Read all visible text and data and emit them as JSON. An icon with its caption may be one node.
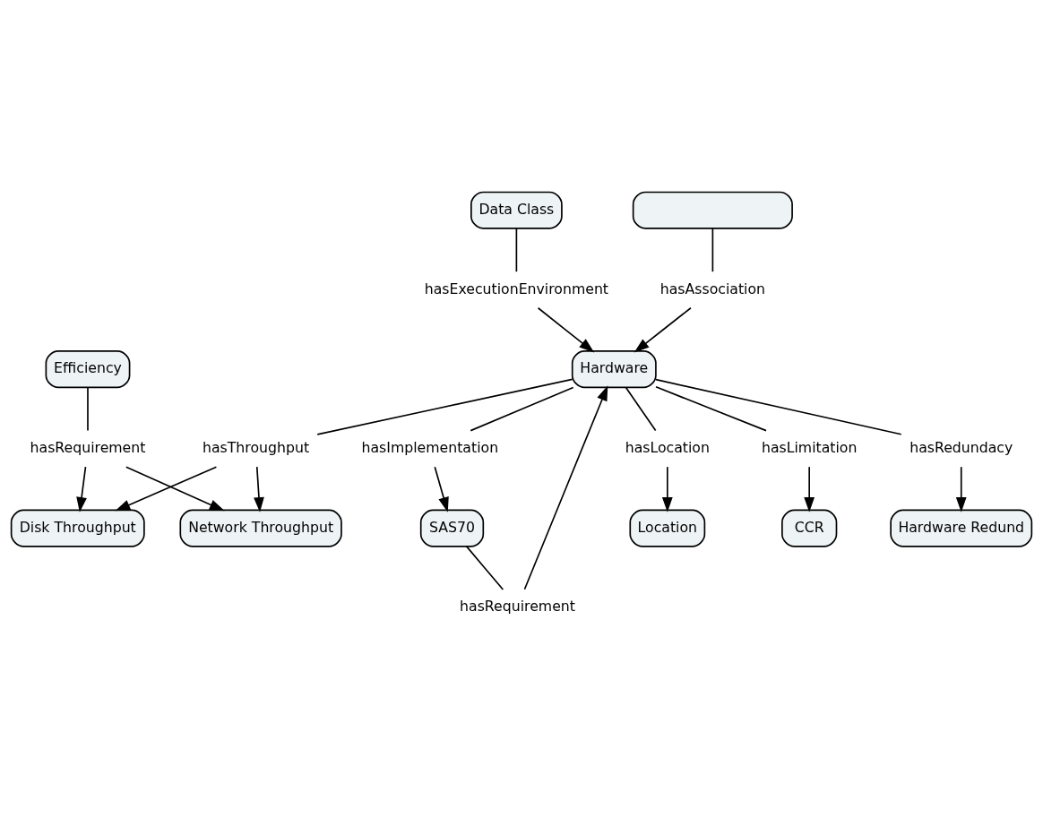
{
  "diagram": {
    "nodes": [
      {
        "text": [
          "Efficiency"
        ]
      },
      {
        "text": [
          "Data Class"
        ]
      },
      {
        "text": [
          "hasRequirement"
        ]
      },
      {
        "text": [
          "Disk Throughput"
        ]
      },
      {
        "text": [
          "Network Throughput"
        ]
      },
      {
        "text": [
          "hasImplementation"
        ]
      },
      {
        "text": [
          "SAS70"
        ]
      },
      {
        "text": [
          "hasExecutionEnvironment"
        ]
      },
      {
        "text": [
          "hasThroughput"
        ]
      },
      {
        "text": [
          "Hardware"
        ]
      },
      {
        "text": [
          "hasAssociation"
        ]
      },
      {
        "text": [
          "hasRequirement"
        ]
      },
      {
        "text": [
          "hasLocation"
        ]
      },
      {
        "text": [
          "hasLimitation"
        ]
      },
      {
        "text": [
          "hasRedundacy"
        ]
      },
      {
        "text": [],
        "shape": "box"
      },
      {
        "text": [
          "Location"
        ]
      },
      {
        "text": [
          "CCR"
        ]
      },
      {
        "text": [
          "Hardware Redund"
        ]
      }
    ],
    "edges": [
      {
        "from": 0,
        "to": 2,
        "arrow": "none"
      },
      {
        "from": 2,
        "to": 3,
        "arrow": "to"
      },
      {
        "from": 2,
        "to": 4,
        "arrow": "to"
      },
      {
        "from": 1,
        "to": 7,
        "arrow": "none"
      },
      {
        "from": 7,
        "to": 9,
        "arrow": "to"
      },
      {
        "from": 9,
        "to": 8,
        "arrow": "none"
      },
      {
        "from": 8,
        "to": 3,
        "arrow": "to"
      },
      {
        "from": 8,
        "to": 4,
        "arrow": "to"
      },
      {
        "from": 9,
        "to": 5,
        "arrow": "none"
      },
      {
        "from": 5,
        "to": 6,
        "arrow": "to"
      },
      {
        "from": 6,
        "to": 11,
        "arrow": "none"
      },
      {
        "from": 11,
        "to": 9,
        "arrow": "to"
      },
      {
        "from": 15,
        "to": 10,
        "arrow": "none"
      },
      {
        "from": 10,
        "to": 9,
        "arrow": "to"
      },
      {
        "from": 9,
        "to": 13,
        "arrow": "none"
      },
      {
        "from": 13,
        "to": 17,
        "arrow": "to"
      },
      {
        "from": 9,
        "to": 14,
        "arrow": "none"
      },
      {
        "from": 14,
        "to": 18,
        "arrow": "to"
      },
      {
        "from": 9,
        "to": 12,
        "arrow": "none"
      },
      {
        "from": 12,
        "to": 16,
        "arrow": "to"
      }
    ]
  }
}
